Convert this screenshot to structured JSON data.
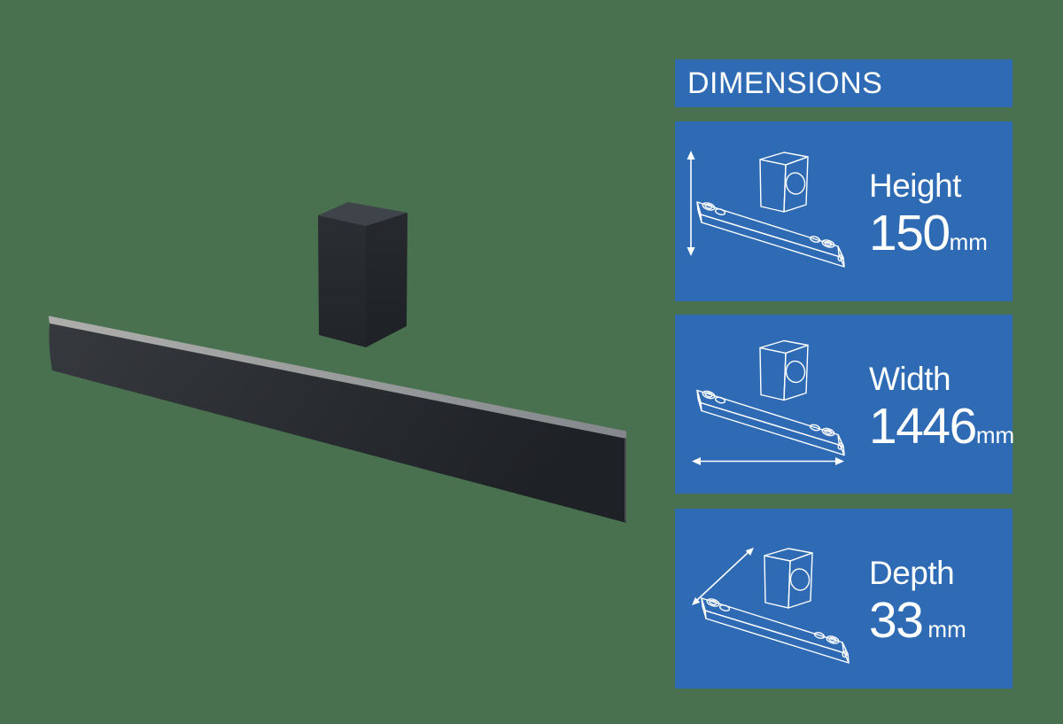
{
  "colors": {
    "background": "#49714f",
    "panel_blue": "#2e6bb4",
    "text_white": "#ffffff",
    "line_art": "#ffffff"
  },
  "header": {
    "title": "DIMENSIONS"
  },
  "dimensions": {
    "panels": [
      {
        "label": "Height",
        "value": "150",
        "unit": "mm",
        "arrow_icon": "vertical-double-arrow"
      },
      {
        "label": "Width",
        "value": "1446",
        "unit": "mm",
        "arrow_icon": "horizontal-double-arrow"
      },
      {
        "label": "Depth",
        "value": "33",
        "unit": "mm",
        "arrow_icon": "diagonal-double-arrow"
      }
    ]
  },
  "product_image": {
    "items": [
      "soundbar",
      "subwoofer"
    ]
  }
}
